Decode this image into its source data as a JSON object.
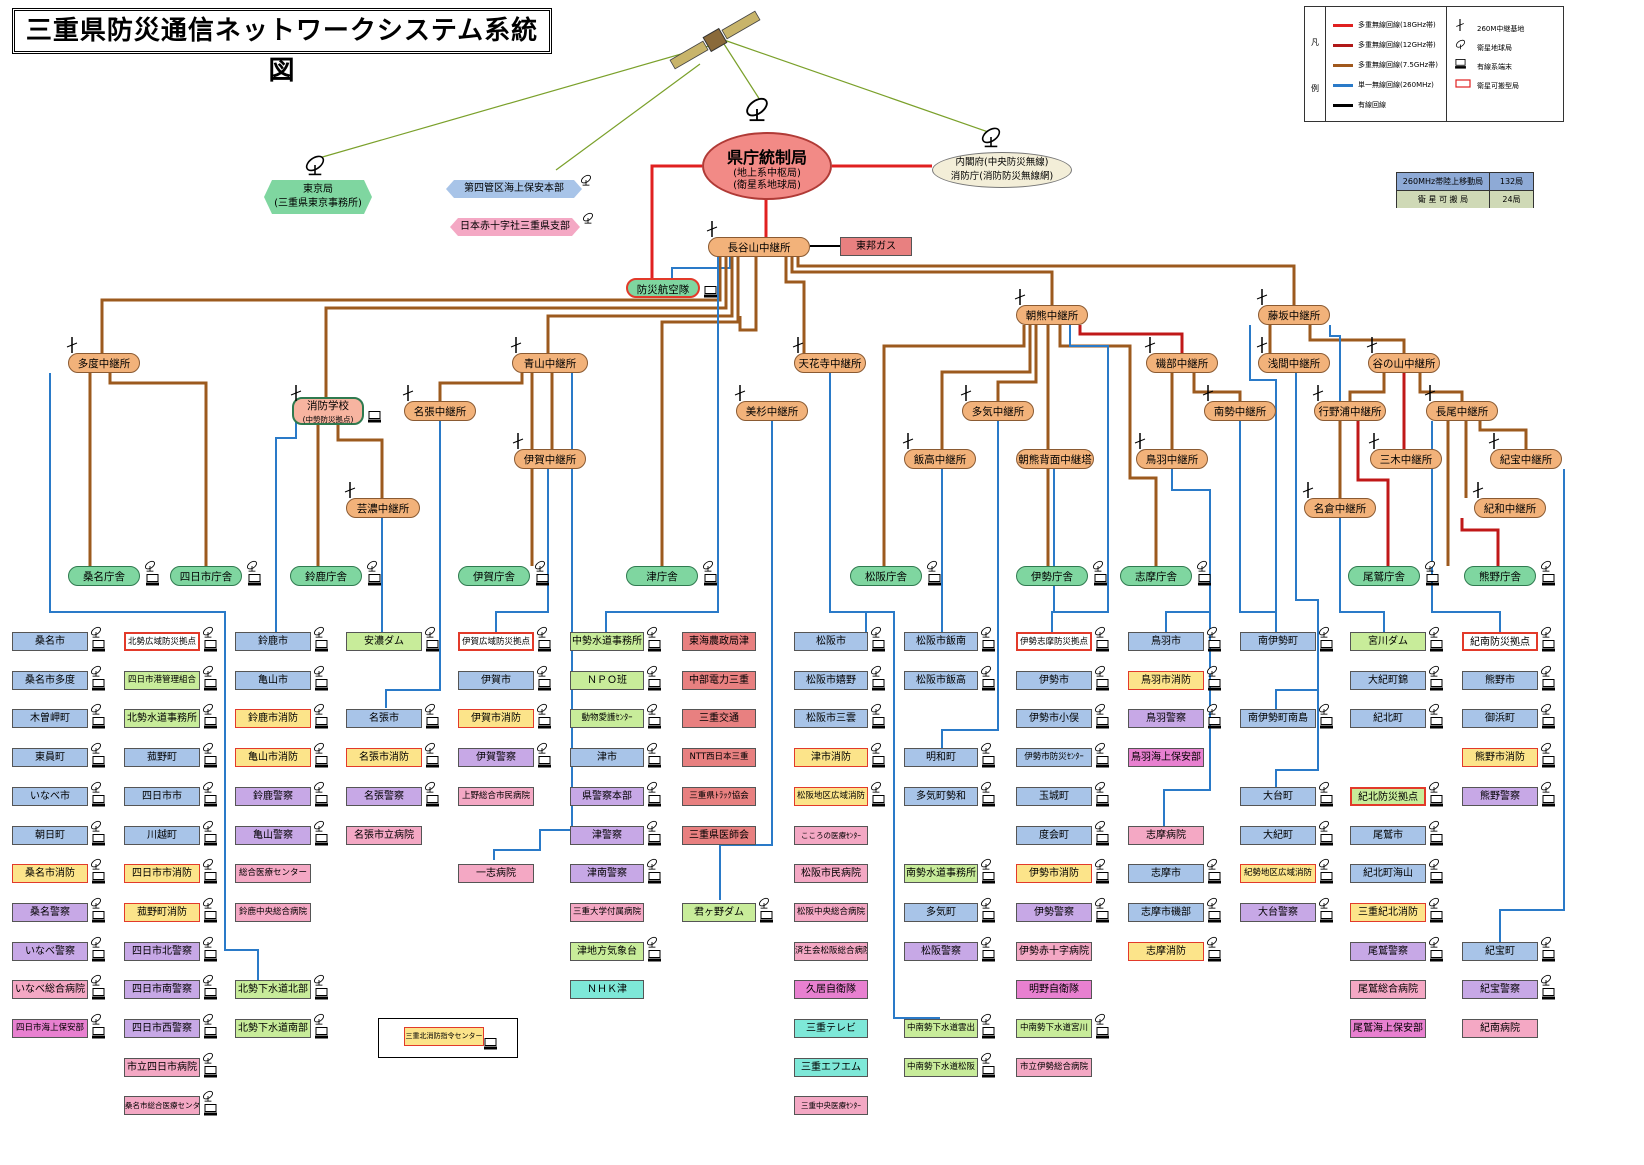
{
  "title": "三重県防災通信ネットワークシステム系統図",
  "legend": {
    "header_top": "凡",
    "header_bottom": "例",
    "lines": [
      {
        "label": "多重無線回線(18GHz帯)",
        "color": "#e02020"
      },
      {
        "label": "多重無線回線(12GHz帯)",
        "color": "#b01818"
      },
      {
        "label": "多重無線回線(7.5GHz帯)",
        "color": "#a0581c"
      },
      {
        "label": "単一無線回線(260MHz)",
        "color": "#2a7ac8"
      },
      {
        "label": "有線回線",
        "color": "#000000"
      }
    ],
    "symbols": [
      {
        "label": "260M中継基地",
        "icon": "antenna-tower-icon"
      },
      {
        "label": "衛星地球局",
        "icon": "satellite-dish-icon"
      },
      {
        "label": "有線系端末",
        "icon": "terminal-icon"
      },
      {
        "label": "衛星可搬型局",
        "icon": "red-box-icon"
      }
    ]
  },
  "stats": {
    "row1_label": "260MHz帯陸上移動局",
    "row1_value": "132局",
    "row2_label": "衛 星 可 搬 局",
    "row2_value": "24局"
  },
  "center": {
    "title": "県庁統制局",
    "sub1": "(地上系中枢局)",
    "sub2": "(衛星系地球局)"
  },
  "cabinet": {
    "line1": "内閣府(中央防災無線)",
    "line2": "消防庁(消防防災無線網)"
  },
  "tokyo": {
    "line1": "東京局",
    "line2": "(三重県東京事務所)"
  },
  "coast_guard": "第四管区海上保安本部",
  "red_cross": "日本赤十字社三重県支部",
  "gas": "東邦ガス",
  "aviation": "防災航空隊",
  "frame_label": "三重北消防指令センター",
  "hubs": {
    "hasedani": "長谷山中継所",
    "tado": "多度中継所",
    "aoyama": "青山中継所",
    "shobo": "消防学校",
    "shobo_sub": "(中勢防災拠点)",
    "nabari": "名張中継所",
    "iga": "伊賀中継所",
    "geino": "芸濃中継所",
    "tentenji": "天花寺中継所",
    "misugi": "美杉中継所",
    "asama": "朝熊中継所",
    "fujisaka": "藤坂中継所",
    "taki": "多気中継所",
    "iitaka": "飯高中継所",
    "asama_back": "朝熊背面中継塔",
    "isobe": "磯部中継所",
    "toba": "鳥羽中継所",
    "nansei": "南勢中継所",
    "asamaki": "浅間中継所",
    "taninoyama": "谷の山中継所",
    "gyoyaura": "行野浦中継所",
    "osaka": "長尾中継所",
    "miki": "三木中継所",
    "kiho": "紀宝中継所",
    "nagura": "名倉中継所",
    "kiwa": "紀和中継所"
  },
  "offices": {
    "kuwana": "桑名庁舎",
    "yokkaichi": "四日市庁舎",
    "suzuka": "鈴鹿庁舎",
    "iga": "伊賀庁舎",
    "tsu": "津庁舎",
    "matsusaka": "松阪庁舎",
    "ise": "伊勢庁舎",
    "shima": "志摩庁舎",
    "owase": "尾鷲庁舎",
    "kumano": "熊野庁舎"
  },
  "columns": [
    {
      "items": [
        {
          "t": "桑名市",
          "c": "blue"
        },
        {
          "t": "桑名市多度",
          "c": "blue"
        },
        {
          "t": "木曽岬町",
          "c": "blue"
        },
        {
          "t": "東員町",
          "c": "blue"
        },
        {
          "t": "いなべ市",
          "c": "blue"
        },
        {
          "t": "朝日町",
          "c": "blue"
        },
        {
          "t": "桑名市消防",
          "c": "yellow"
        },
        {
          "t": "桑名警察",
          "c": "purple"
        },
        {
          "t": "いなべ警察",
          "c": "purple"
        },
        {
          "t": "いなべ総合病院",
          "c": "pink"
        },
        {
          "t": "四日市海上保安部",
          "c": "mag"
        }
      ]
    },
    {
      "items": [
        {
          "t": "北勢広域防災拠点",
          "c": "white",
          "red": true
        },
        {
          "t": "四日市港管理組合",
          "c": "green"
        },
        {
          "t": "北勢水道事務所",
          "c": "green"
        },
        {
          "t": "菰野町",
          "c": "blue"
        },
        {
          "t": "四日市市",
          "c": "blue"
        },
        {
          "t": "川越町",
          "c": "blue"
        },
        {
          "t": "四日市市消防",
          "c": "yellow"
        },
        {
          "t": "菰野町消防",
          "c": "yellow"
        },
        {
          "t": "四日市北警察",
          "c": "purple"
        },
        {
          "t": "四日市南警察",
          "c": "purple"
        },
        {
          "t": "四日市西警察",
          "c": "purple"
        },
        {
          "t": "市立四日市病院",
          "c": "pink"
        },
        {
          "t": "桑名市総合医療センター",
          "c": "pink"
        }
      ]
    },
    {
      "items": [
        {
          "t": "鈴鹿市",
          "c": "blue"
        },
        {
          "t": "亀山市",
          "c": "blue"
        },
        {
          "t": "鈴鹿市消防",
          "c": "yellow"
        },
        {
          "t": "亀山市消防",
          "c": "yellow"
        },
        {
          "t": "鈴鹿警察",
          "c": "purple"
        },
        {
          "t": "亀山警察",
          "c": "purple"
        },
        {
          "t": "総合医療センター",
          "c": "pink"
        },
        {
          "t": "鈴鹿中央総合病院",
          "c": "pink"
        },
        {
          "t": "",
          "c": "none"
        },
        {
          "t": "北勢下水道北部",
          "c": "green"
        },
        {
          "t": "北勢下水道南部",
          "c": "green"
        }
      ]
    },
    {
      "items": [
        {
          "t": "安濃ダム",
          "c": "green"
        },
        {
          "t": "",
          "c": "none"
        },
        {
          "t": "名張市",
          "c": "blue"
        },
        {
          "t": "名張市消防",
          "c": "yellow"
        },
        {
          "t": "名張警察",
          "c": "purple"
        },
        {
          "t": "名張市立病院",
          "c": "pink"
        }
      ]
    },
    {
      "items": [
        {
          "t": "伊賀広域防災拠点",
          "c": "white",
          "red": true
        },
        {
          "t": "伊賀市",
          "c": "blue"
        },
        {
          "t": "伊賀市消防",
          "c": "yellow"
        },
        {
          "t": "伊賀警察",
          "c": "purple"
        },
        {
          "t": "上野総合市民病院",
          "c": "pink"
        },
        {
          "t": "",
          "c": "none"
        },
        {
          "t": "一志病院",
          "c": "pink"
        }
      ]
    },
    {
      "items": [
        {
          "t": "中勢水道事務所",
          "c": "green"
        },
        {
          "t": "ＮＰＯ班",
          "c": "green"
        },
        {
          "t": "動物愛護ｾﾝﾀｰ",
          "c": "green"
        },
        {
          "t": "津市",
          "c": "blue"
        },
        {
          "t": "県警察本部",
          "c": "purple"
        },
        {
          "t": "津警察",
          "c": "purple"
        },
        {
          "t": "津南警察",
          "c": "purple"
        },
        {
          "t": "三重大学付属病院",
          "c": "pink"
        },
        {
          "t": "津地方気象台",
          "c": "green"
        },
        {
          "t": "ＮＨＫ津",
          "c": "teal"
        }
      ]
    },
    {
      "items": [
        {
          "t": "東海農政局津",
          "c": "salmon"
        },
        {
          "t": "中部電力三重",
          "c": "salmon"
        },
        {
          "t": "三重交通",
          "c": "salmon"
        },
        {
          "t": "NTT西日本三重",
          "c": "salmon"
        },
        {
          "t": "三重県ﾄﾗｯｸ協会",
          "c": "salmon"
        },
        {
          "t": "三重県医師会",
          "c": "salmon"
        },
        {
          "t": "",
          "c": "none"
        },
        {
          "t": "君ヶ野ダム",
          "c": "green"
        }
      ]
    },
    {
      "items": [
        {
          "t": "松阪市",
          "c": "blue"
        },
        {
          "t": "松阪市嬉野",
          "c": "blue"
        },
        {
          "t": "松阪市三雲",
          "c": "blue"
        },
        {
          "t": "津市消防",
          "c": "yellow"
        },
        {
          "t": "松阪地区広域消防",
          "c": "yellow"
        },
        {
          "t": "こころの医療ｾﾝﾀｰ",
          "c": "pink"
        },
        {
          "t": "松阪市民病院",
          "c": "pink"
        },
        {
          "t": "松阪中央総合病院",
          "c": "pink"
        },
        {
          "t": "済生会松阪総合病院",
          "c": "pink"
        },
        {
          "t": "久居自衛隊",
          "c": "mag"
        },
        {
          "t": "三重テレビ",
          "c": "teal"
        },
        {
          "t": "三重エフエム",
          "c": "teal"
        },
        {
          "t": "三重中央医療ｾﾝﾀｰ",
          "c": "pink"
        }
      ]
    },
    {
      "items": [
        {
          "t": "松阪市飯南",
          "c": "blue"
        },
        {
          "t": "松阪市飯高",
          "c": "blue"
        },
        {
          "t": "",
          "c": "none"
        },
        {
          "t": "明和町",
          "c": "blue"
        },
        {
          "t": "多気町勢和",
          "c": "blue"
        },
        {
          "t": "",
          "c": "none"
        },
        {
          "t": "南勢水道事務所",
          "c": "green"
        },
        {
          "t": "多気町",
          "c": "blue"
        },
        {
          "t": "松阪警察",
          "c": "purple"
        },
        {
          "t": "",
          "c": "none"
        },
        {
          "t": "中南勢下水道雲出",
          "c": "green"
        },
        {
          "t": "中南勢下水道松阪",
          "c": "green"
        }
      ]
    },
    {
      "items": [
        {
          "t": "伊勢志摩防災拠点",
          "c": "white",
          "red": true
        },
        {
          "t": "伊勢市",
          "c": "blue"
        },
        {
          "t": "伊勢市小俣",
          "c": "blue"
        },
        {
          "t": "伊勢市防災ｾﾝﾀｰ",
          "c": "blue"
        },
        {
          "t": "玉城町",
          "c": "blue"
        },
        {
          "t": "度会町",
          "c": "blue"
        },
        {
          "t": "伊勢市消防",
          "c": "yellow"
        },
        {
          "t": "伊勢警察",
          "c": "purple"
        },
        {
          "t": "伊勢赤十字病院",
          "c": "pink"
        },
        {
          "t": "明野自衛隊",
          "c": "mag"
        },
        {
          "t": "中南勢下水道宮川",
          "c": "green"
        },
        {
          "t": "市立伊勢総合病院",
          "c": "pink"
        }
      ]
    },
    {
      "items": [
        {
          "t": "鳥羽市",
          "c": "blue"
        },
        {
          "t": "鳥羽市消防",
          "c": "yellow"
        },
        {
          "t": "鳥羽警察",
          "c": "purple"
        },
        {
          "t": "鳥羽海上保安部",
          "c": "mag"
        },
        {
          "t": "",
          "c": "none"
        },
        {
          "t": "志摩病院",
          "c": "pink"
        },
        {
          "t": "志摩市",
          "c": "blue"
        },
        {
          "t": "志摩市磯部",
          "c": "blue"
        },
        {
          "t": "志摩消防",
          "c": "yellow"
        }
      ]
    },
    {
      "items": [
        {
          "t": "南伊勢町",
          "c": "blue"
        },
        {
          "t": "",
          "c": "none"
        },
        {
          "t": "南伊勢町南島",
          "c": "blue"
        },
        {
          "t": "",
          "c": "none"
        },
        {
          "t": "大台町",
          "c": "blue"
        },
        {
          "t": "大紀町",
          "c": "blue"
        },
        {
          "t": "紀勢地区広域消防",
          "c": "yellow"
        },
        {
          "t": "大台警察",
          "c": "purple"
        }
      ]
    },
    {
      "items": [
        {
          "t": "宮川ダム",
          "c": "green"
        },
        {
          "t": "大紀町錦",
          "c": "blue"
        },
        {
          "t": "紀北町",
          "c": "blue"
        },
        {
          "t": "",
          "c": "none"
        },
        {
          "t": "紀北防災拠点",
          "c": "green",
          "red": true
        },
        {
          "t": "尾鷲市",
          "c": "blue"
        },
        {
          "t": "紀北町海山",
          "c": "blue"
        },
        {
          "t": "三重紀北消防",
          "c": "yellow"
        },
        {
          "t": "尾鷲警察",
          "c": "purple"
        },
        {
          "t": "尾鷲総合病院",
          "c": "pink"
        },
        {
          "t": "尾鷲海上保安部",
          "c": "mag"
        }
      ]
    },
    {
      "items": [
        {
          "t": "紀南防災拠点",
          "c": "white",
          "red": true
        },
        {
          "t": "熊野市",
          "c": "blue"
        },
        {
          "t": "御浜町",
          "c": "blue"
        },
        {
          "t": "熊野市消防",
          "c": "yellow"
        },
        {
          "t": "熊野警察",
          "c": "purple"
        },
        {
          "t": "",
          "c": "none"
        },
        {
          "t": "",
          "c": "none"
        },
        {
          "t": "",
          "c": "none"
        },
        {
          "t": "紀宝町",
          "c": "blue"
        },
        {
          "t": "紀宝警察",
          "c": "purple"
        },
        {
          "t": "紀南病院",
          "c": "pink"
        }
      ]
    }
  ]
}
